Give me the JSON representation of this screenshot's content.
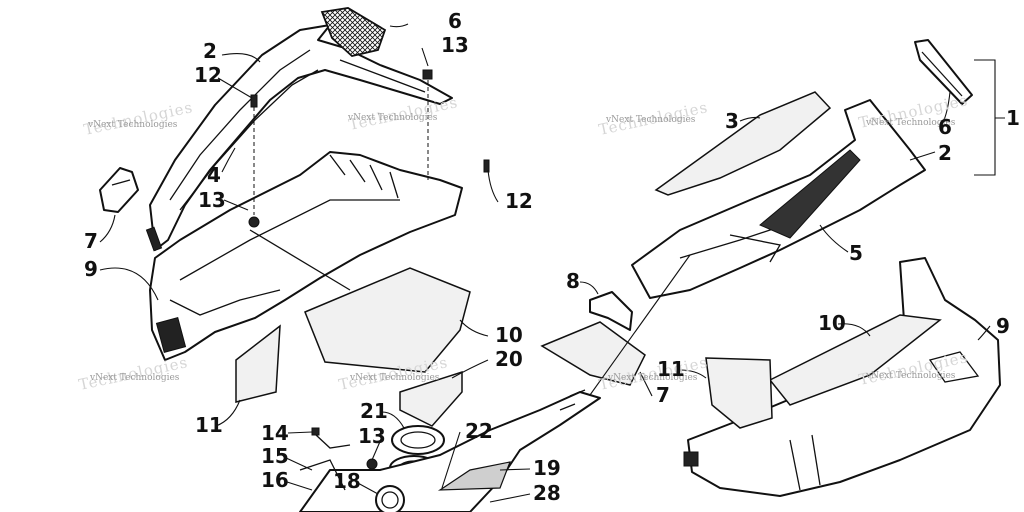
{
  "diagram": {
    "watermark_text": "vNext Technologies",
    "callouts": [
      {
        "id": "c2-left",
        "label": "2"
      },
      {
        "id": "c12-left-top",
        "label": "12"
      },
      {
        "id": "c6-left",
        "label": "6"
      },
      {
        "id": "c13-left-top",
        "label": "13"
      },
      {
        "id": "c4",
        "label": "4"
      },
      {
        "id": "c13-left-mid",
        "label": "13"
      },
      {
        "id": "c12-left-right",
        "label": "12"
      },
      {
        "id": "c7-left",
        "label": "7"
      },
      {
        "id": "c9-left",
        "label": "9"
      },
      {
        "id": "c10-left",
        "label": "10"
      },
      {
        "id": "c20",
        "label": "20"
      },
      {
        "id": "c11-left",
        "label": "11"
      },
      {
        "id": "c21",
        "label": "21"
      },
      {
        "id": "c14",
        "label": "14"
      },
      {
        "id": "c13-bottom",
        "label": "13"
      },
      {
        "id": "c22",
        "label": "22"
      },
      {
        "id": "c15",
        "label": "15"
      },
      {
        "id": "c16",
        "label": "16"
      },
      {
        "id": "c18",
        "label": "18"
      },
      {
        "id": "c19",
        "label": "19"
      },
      {
        "id": "c28",
        "label": "28"
      },
      {
        "id": "c3",
        "label": "3"
      },
      {
        "id": "c6-right",
        "label": "6"
      },
      {
        "id": "c1",
        "label": "1"
      },
      {
        "id": "c2-right",
        "label": "2"
      },
      {
        "id": "c5",
        "label": "5"
      },
      {
        "id": "c8",
        "label": "8"
      },
      {
        "id": "c10-right",
        "label": "10"
      },
      {
        "id": "c9-right",
        "label": "9"
      },
      {
        "id": "c11-right",
        "label": "11"
      },
      {
        "id": "c7-right",
        "label": "7"
      }
    ]
  }
}
